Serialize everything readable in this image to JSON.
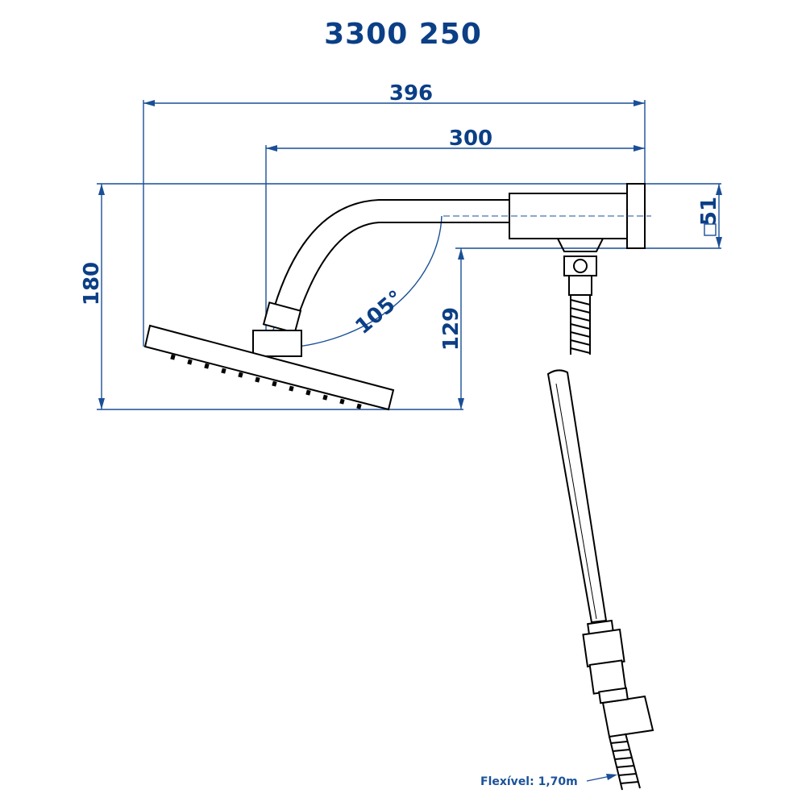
{
  "title": "3300 250",
  "dimensions": {
    "overall_width": "396",
    "arm_length": "300",
    "overall_height": "180",
    "head_height": "129",
    "flange_size": "51",
    "angle": "105°"
  },
  "hose_label": "Flexível: 1,70m",
  "colors": {
    "dimension": "#0b3f86",
    "outline": "#000000"
  }
}
